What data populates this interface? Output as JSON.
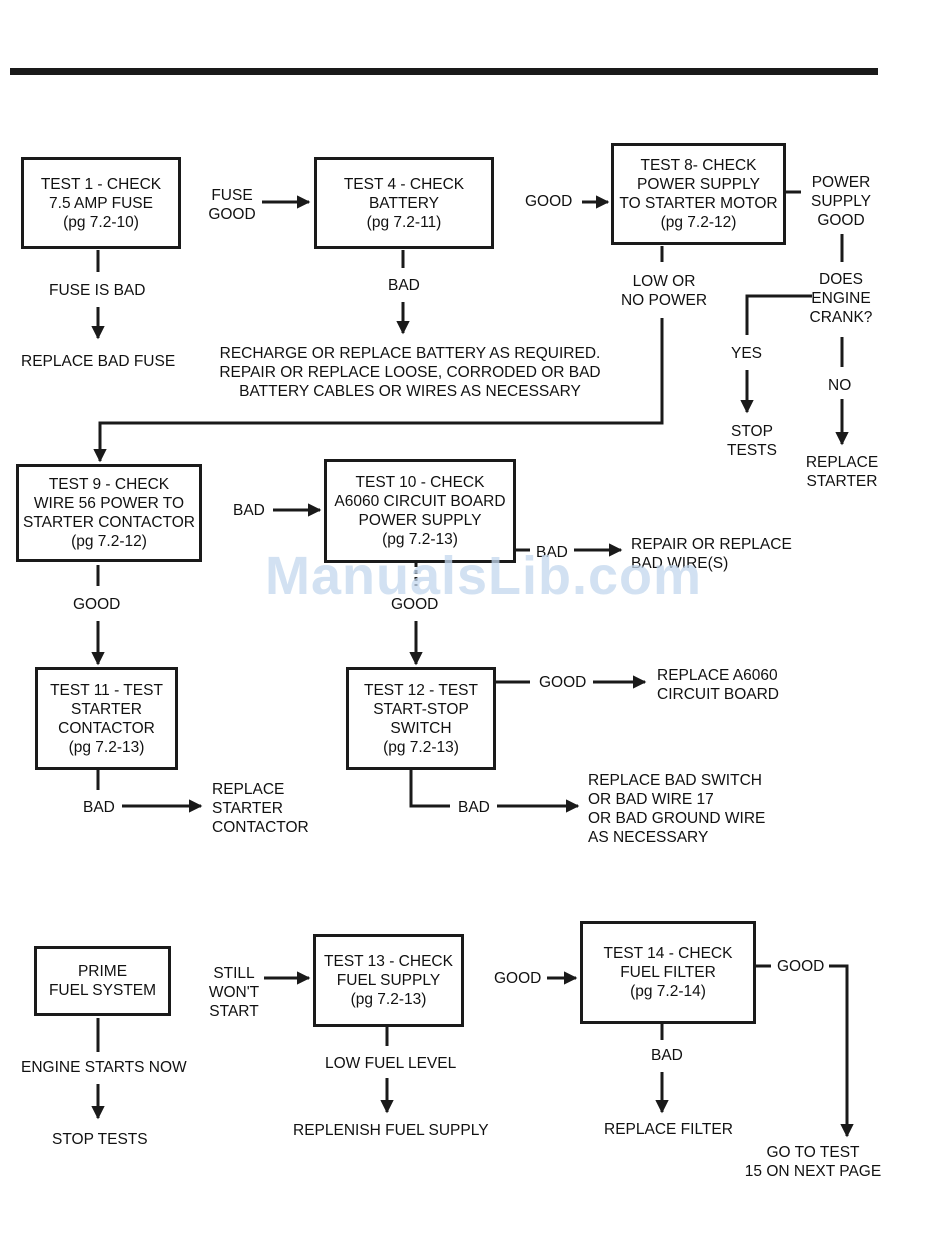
{
  "boxes": {
    "test1": "TEST 1 - CHECK\n7.5 AMP FUSE\n(pg 7.2-10)",
    "test4": "TEST 4 - CHECK\nBATTERY\n(pg 7.2-11)",
    "test8": "TEST 8- CHECK\nPOWER SUPPLY\nTO STARTER MOTOR\n(pg 7.2-12)",
    "test9": "TEST 9 - CHECK\nWIRE 56 POWER TO\nSTARTER CONTACTOR\n(pg 7.2-12)",
    "test10": "TEST 10 - CHECK\nA6060 CIRCUIT BOARD\nPOWER SUPPLY\n(pg 7.2-13)",
    "test11": "TEST 11 - TEST\nSTARTER\nCONTACTOR\n(pg 7.2-13)",
    "test12": "TEST 12 - TEST\nSTART-STOP\nSWITCH\n(pg 7.2-13)",
    "prime": "PRIME\nFUEL SYSTEM",
    "test13": "TEST 13 - CHECK\nFUEL SUPPLY\n(pg 7.2-13)",
    "test14": "TEST 14 - CHECK\nFUEL FILTER\n(pg 7.2-14)"
  },
  "labels": {
    "fuse_good": "FUSE\nGOOD",
    "good_4_8": "GOOD",
    "power_supply_good": "POWER\nSUPPLY\nGOOD",
    "fuse_is_bad": "FUSE IS BAD",
    "replace_bad_fuse": "REPLACE BAD FUSE",
    "bad_4": "BAD",
    "recharge_battery": "RECHARGE OR REPLACE BATTERY AS REQUIRED.\nREPAIR OR REPLACE LOOSE, CORRODED OR BAD\nBATTERY CABLES OR WIRES AS NECESSARY",
    "low_power": "LOW OR\nNO POWER",
    "engine_crank": "DOES\nENGINE\nCRANK?",
    "yes": "YES",
    "stop_tests_1": "STOP\nTESTS",
    "no": "NO",
    "replace_starter": "REPLACE\nSTARTER",
    "bad_9_10": "BAD",
    "bad_10": "BAD",
    "repair_wires": "REPAIR OR REPLACE\nBAD WIRE(S)",
    "good_9": "GOOD",
    "good_10": "GOOD",
    "good_12": "GOOD",
    "replace_a6060": "REPLACE A6060\nCIRCUIT BOARD",
    "bad_11": "BAD",
    "replace_contactor": "REPLACE\nSTARTER\nCONTACTOR",
    "bad_12": "BAD",
    "replace_switch": "REPLACE BAD SWITCH\nOR BAD WIRE 17\nOR BAD GROUND WIRE\nAS NECESSARY",
    "still_wont_start": "STILL\nWON'T\nSTART",
    "good_13": "GOOD",
    "good_14": "GOOD",
    "engine_starts_now": "ENGINE STARTS NOW",
    "stop_tests_2": "STOP TESTS",
    "low_fuel": "LOW FUEL LEVEL",
    "replenish": "REPLENISH FUEL SUPPLY",
    "bad_14": "BAD",
    "replace_filter": "REPLACE FILTER",
    "go_to_test_15": "GO TO TEST\n15 ON NEXT PAGE"
  },
  "watermark": "ManualsLib.com",
  "colors": {
    "ink": "#1a1a1a",
    "watermark": "#c4d8ee"
  }
}
